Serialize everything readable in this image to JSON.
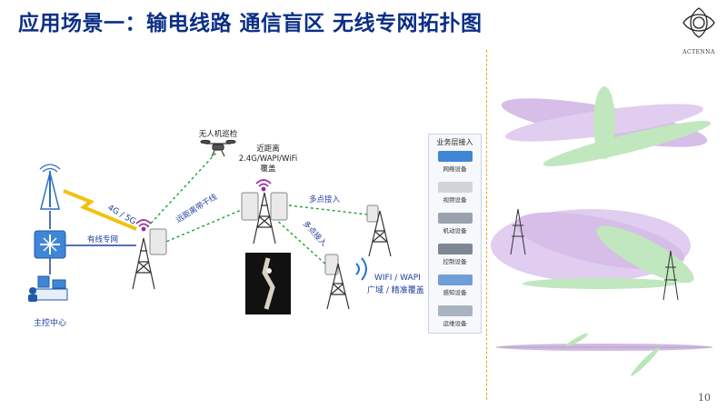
{
  "title": "应用场景一：输电线路 通信盲区 无线专网拓扑图",
  "logo_text": "ACTENNA",
  "page_number": "10",
  "diagram": {
    "control_center": "主控中心",
    "wired_network": "有线专网",
    "cellular": "4G / 5G",
    "long_range_backhaul": "远距离带干线",
    "drone_inspection": "无人机巡检",
    "near_coverage": [
      "近距离",
      "2.4G/WAPI/WiFi",
      "覆盖"
    ],
    "multipoint_access_1": "多点接入",
    "multipoint_access_2": "多点接入",
    "wifi_wapi": "WIFI / WAPI",
    "wide_precise": "广域 / 精准覆盖"
  },
  "service_panel": {
    "title": "业务层接入",
    "items": [
      "网络设备",
      "视频设备",
      "机动设备",
      "控制设备",
      "感知设备",
      "运维设备"
    ]
  },
  "colors": {
    "title": "#0b2f86",
    "link": "#21a030",
    "cellular": "#f2c10e",
    "divider": "#f0a020",
    "signal": "#9b2a9b"
  }
}
